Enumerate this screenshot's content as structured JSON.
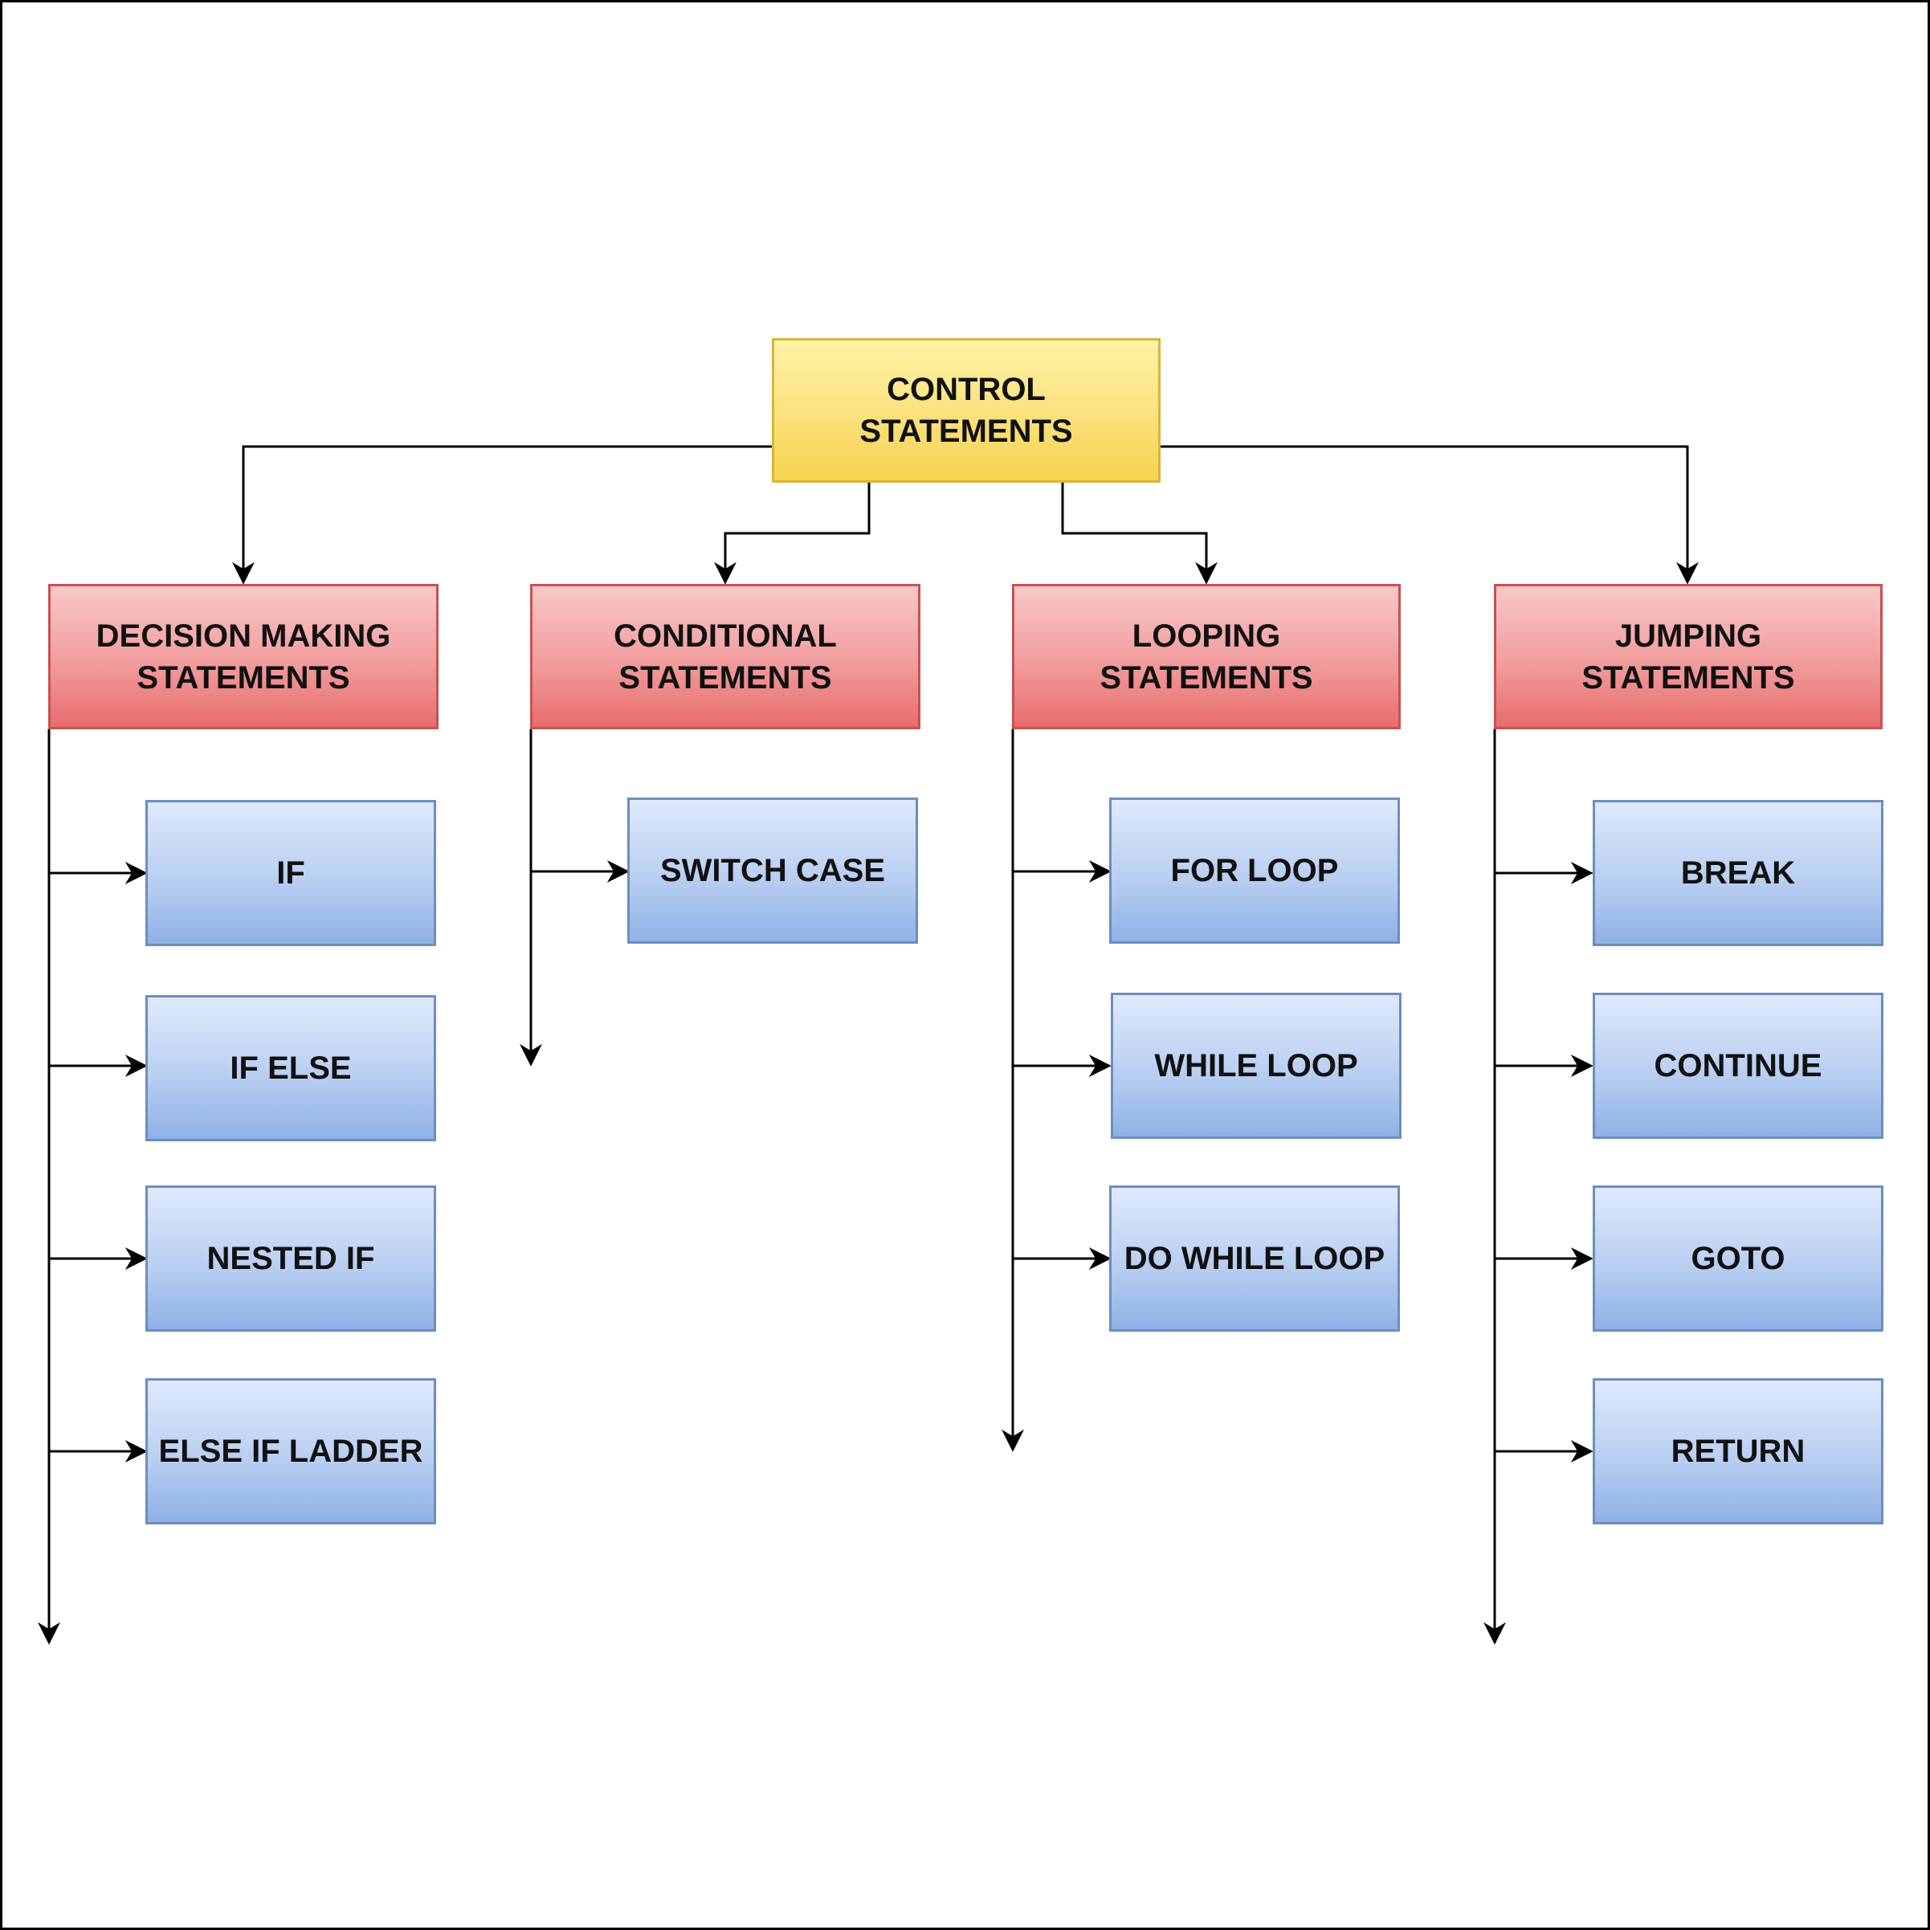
{
  "diagram": {
    "root": {
      "line1": "CONTROL",
      "line2": "STATEMENTS",
      "fill": "#fbe07c",
      "stroke": "#d9b43a"
    },
    "categories": [
      {
        "line1": "DECISION MAKING",
        "line2": "STATEMENTS",
        "items": [
          "IF",
          "IF ELSE",
          "NESTED IF",
          "ELSE IF LADDER"
        ]
      },
      {
        "line1": "CONDITIONAL",
        "line2": "STATEMENTS",
        "items": [
          "SWITCH CASE"
        ]
      },
      {
        "line1": "LOOPING",
        "line2": "STATEMENTS",
        "items": [
          "FOR LOOP",
          "WHILE LOOP",
          "DO WHILE LOOP"
        ]
      },
      {
        "line1": "JUMPING",
        "line2": "STATEMENTS",
        "items": [
          "BREAK",
          "CONTINUE",
          "GOTO",
          "RETURN"
        ]
      }
    ],
    "colors": {
      "category_fill": "#f19c9c",
      "category_stroke": "#c95151",
      "item_fill": "#b9cff1",
      "item_stroke": "#6c8ebf",
      "line": "#000000"
    }
  }
}
